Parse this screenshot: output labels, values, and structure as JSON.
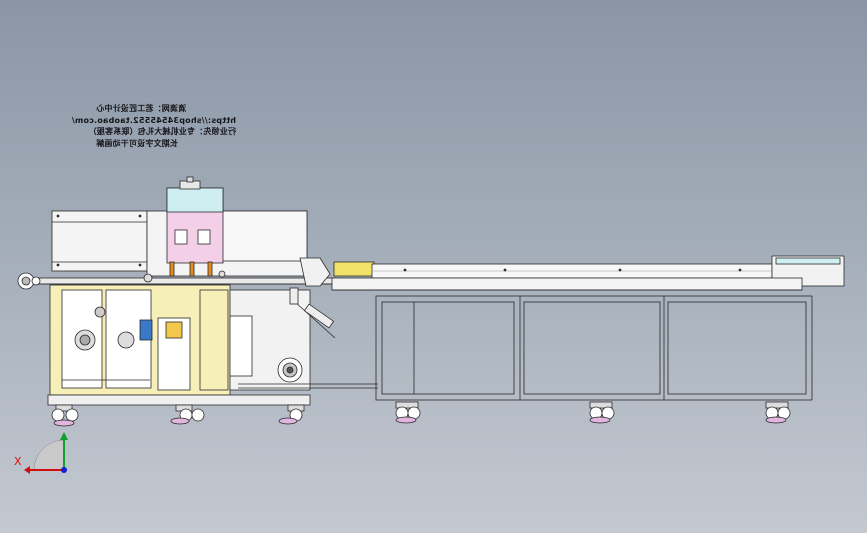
{
  "note_lines": [
    "滴滴网：若工匠设计中心",
    "https://shop34545552.taobao.com/",
    "行业领先：专业机械大礼包（联系客服）",
    "长期文字设可干动画解"
  ],
  "axis_triad": {
    "x_label": "X",
    "x_color": "#d01010",
    "y_color": "#10a030",
    "z_color": "#1020d0"
  },
  "colors": {
    "background_top": "#8a96a6",
    "frame_fill": "#f4f4f4",
    "frame_stroke": "#2a2a2a",
    "control_box": "#f3cfe8",
    "control_box_top": "#cfeef2",
    "yellow_panel": "#f6efb8",
    "orange_parts": "#e58a1c"
  }
}
